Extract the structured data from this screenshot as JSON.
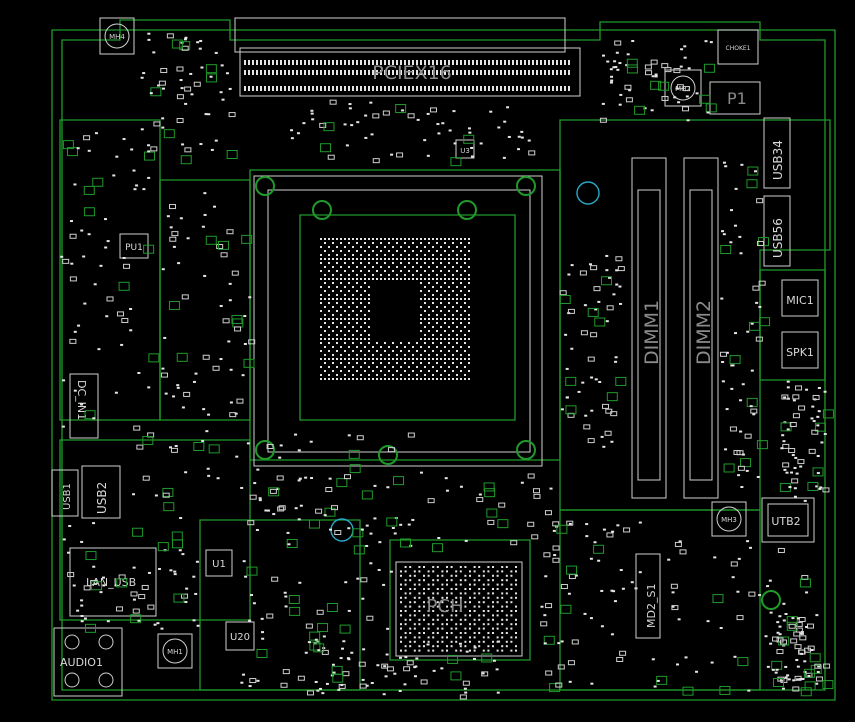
{
  "labels": {
    "pcie": "PCIEX16",
    "dimm1": "DIMM1",
    "dimm2": "DIMM2",
    "usb34": "USB34",
    "usb56": "USB56",
    "mic": "MIC1",
    "spk": "SPK1",
    "dcin": "DC_IN1",
    "usb1": "USB1",
    "usb2": "USB2",
    "lan_usb": "LAN_USB",
    "audio": "AUDIO1",
    "pch": "PCH",
    "md2": "MD2_S1",
    "utb": "UTB2",
    "u1": "U1",
    "u3": "U3",
    "u20": "U20",
    "pu1": "PU1",
    "p1": "P1",
    "choke": "CHOKE1",
    "mh1": "MH1",
    "mh2": "MH2",
    "mh3": "MH3",
    "mh4": "MH4"
  }
}
